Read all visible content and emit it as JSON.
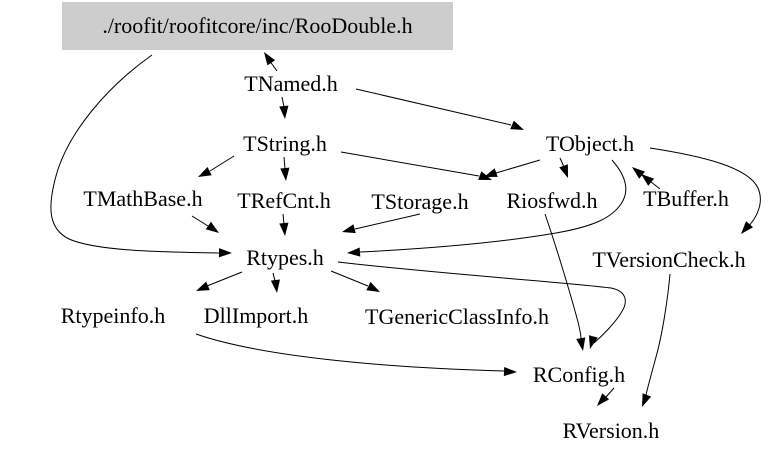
{
  "diagram": {
    "type": "include-dependency-graph",
    "background_color": "#ffffff",
    "highlight_fill": "#cdcdcd",
    "edge_color": "#000000",
    "text_color": "#000000",
    "root": "./roofit/roofitcore/inc/RooDouble.h",
    "nodes": [
      {
        "id": "roodouble",
        "label": "./roofit/roofitcore/inc/RooDouble.h",
        "highlighted": true
      },
      {
        "id": "tnamed",
        "label": "TNamed.h"
      },
      {
        "id": "tstring",
        "label": "TString.h"
      },
      {
        "id": "tobject",
        "label": "TObject.h"
      },
      {
        "id": "tmathbase",
        "label": "TMathBase.h"
      },
      {
        "id": "trefcnt",
        "label": "TRefCnt.h"
      },
      {
        "id": "tstorage",
        "label": "TStorage.h"
      },
      {
        "id": "riosfwd",
        "label": "Riosfwd.h"
      },
      {
        "id": "tbuffer",
        "label": "TBuffer.h"
      },
      {
        "id": "rtypes",
        "label": "Rtypes.h"
      },
      {
        "id": "tversioncheck",
        "label": "TVersionCheck.h"
      },
      {
        "id": "rtypeinfo",
        "label": "Rtypeinfo.h"
      },
      {
        "id": "dllimport",
        "label": "DllImport.h"
      },
      {
        "id": "tgenericclassinfo",
        "label": "TGenericClassInfo.h"
      },
      {
        "id": "rconfig",
        "label": "RConfig.h"
      },
      {
        "id": "rversion",
        "label": "RVersion.h"
      }
    ],
    "edges": [
      {
        "from": "tnamed",
        "to": "roodouble"
      },
      {
        "from": "tnamed",
        "to": "tstring"
      },
      {
        "from": "tnamed",
        "to": "tobject"
      },
      {
        "from": "tstring",
        "to": "tmathbase"
      },
      {
        "from": "tstring",
        "to": "trefcnt"
      },
      {
        "from": "tstring",
        "to": "riosfwd"
      },
      {
        "from": "tobject",
        "to": "tstorage"
      },
      {
        "from": "tobject",
        "to": "riosfwd"
      },
      {
        "from": "tobject",
        "to": "rtypes"
      },
      {
        "from": "tobject",
        "to": "tversioncheck"
      },
      {
        "from": "tbuffer",
        "to": "tobject"
      },
      {
        "from": "tstorage",
        "to": "rtypes"
      },
      {
        "from": "trefcnt",
        "to": "rtypes"
      },
      {
        "from": "tmathbase",
        "to": "rtypes"
      },
      {
        "from": "roodouble",
        "to": "rtypes"
      },
      {
        "from": "rtypes",
        "to": "rtypeinfo"
      },
      {
        "from": "rtypes",
        "to": "dllimport"
      },
      {
        "from": "rtypes",
        "to": "tgenericclassinfo"
      },
      {
        "from": "rtypeinfo",
        "to": "rconfig"
      },
      {
        "from": "riosfwd",
        "to": "rconfig"
      },
      {
        "from": "rtypes",
        "to": "rconfig"
      },
      {
        "from": "rconfig",
        "to": "rversion"
      },
      {
        "from": "tversioncheck",
        "to": "rversion"
      }
    ]
  }
}
